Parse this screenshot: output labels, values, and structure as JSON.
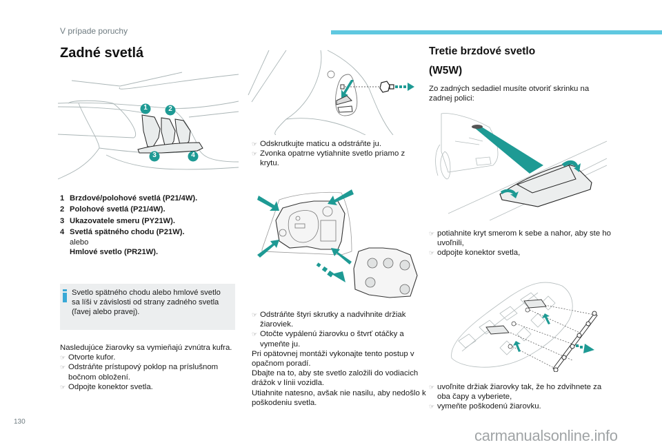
{
  "header": {
    "section": "V prípade poruchy"
  },
  "left_column": {
    "title": "Zadné svetlá",
    "figure_callouts": [
      "1",
      "2",
      "3",
      "4"
    ],
    "legend": [
      {
        "num": "1",
        "label": "Brzdové/polohové svetlá (P21/4W)."
      },
      {
        "num": "2",
        "label": "Polohové svetlá (P21/4W)."
      },
      {
        "num": "3",
        "label": "Ukazovatele smeru (PY21W)."
      },
      {
        "num": "4",
        "label": "Svetlá spätného chodu (P21W).",
        "alt_word": "alebo",
        "alt_label": "Hmlové svetlo (PR21W)."
      }
    ],
    "info_icon": "info-icon",
    "info_text": "Svetlo spätného chodu alebo hmlové svetlo sa líši v závislosti od strany zadného svetla (ľavej alebo pravej).",
    "intro": "Nasledujúce žiarovky sa vymieňajú zvnútra kufra.",
    "steps": [
      "Otvorte kufor.",
      "Odstráňte prístupový poklop na príslušnom bočnom obložení.",
      "Odpojte konektor svetla."
    ]
  },
  "middle_column": {
    "steps_a": [
      "Odskrutkujte maticu a odstráňte ju.",
      "Zvonka opatrne vytiahnite svetlo priamo z krytu."
    ],
    "steps_b": [
      "Odstráňte štyri skrutky a nadvihnite držiak žiaroviek.",
      "Otočte vypálenú žiarovku o štvrť otáčky a vymeňte ju."
    ],
    "notes": [
      "Pri opätovnej montáži vykonajte tento postup v opačnom poradí.",
      "Dbajte na to, aby ste svetlo založili do vodiacich drážok v línii vozidla.",
      "Utiahnite natesno, avšak nie nasilu, aby nedošlo k poškodeniu svetla."
    ]
  },
  "right_column": {
    "title_line1": "Tretie brzdové svetlo",
    "title_line2": "(W5W)",
    "intro": "Zo zadných sedadiel musíte otvoriť skrinku na zadnej polici:",
    "steps_a": [
      "potiahnite kryt smerom k sebe a nahor, aby ste ho uvoľnili,",
      "odpojte konektor svetla,"
    ],
    "steps_b": [
      "uvoľnite držiak žiarovky tak, že ho zdvihnete za oba čapy a vyberiete,",
      "vymeňte poškodenú žiarovku."
    ]
  },
  "bullet_glyph": "☞",
  "footer": {
    "page_number": "130",
    "watermark": "carmanualsonline.info"
  },
  "colors": {
    "accent_bar": "#5fc8e0",
    "teal": "#1e9a94",
    "info_bg": "#eceeef",
    "info_icon": "#3aa9d6"
  }
}
